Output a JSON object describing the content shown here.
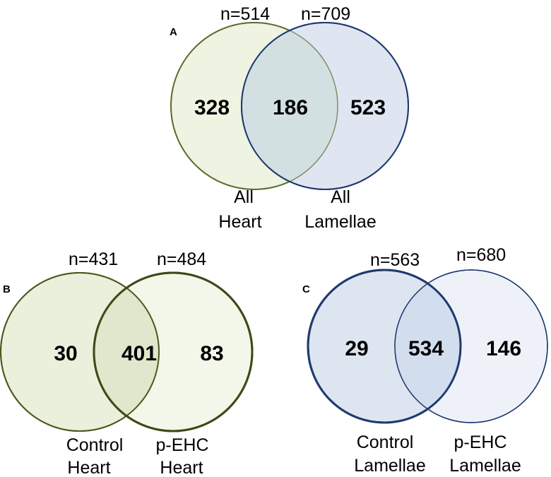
{
  "panels": {
    "a": {
      "letter": "A",
      "left_n": "n=514",
      "right_n": "n=709",
      "left_only": "328",
      "overlap": "186",
      "right_only": "523",
      "left_label": [
        "All",
        "Heart"
      ],
      "right_label": [
        "All",
        "Lamellae"
      ],
      "colors": {
        "left_fill": "#eef3e2",
        "left_stroke": "#5a6b2e",
        "right_fill": "#dfe6f2",
        "right_stroke": "#1f3a6e",
        "overlap_fill": "#d3e0e2"
      }
    },
    "b": {
      "letter": "B",
      "left_n": "n=431",
      "right_n": "n=484",
      "left_only": "30",
      "overlap": "401",
      "right_only": "83",
      "left_label": [
        "Control",
        "Heart"
      ],
      "right_label": [
        "p-EHC",
        "Heart"
      ],
      "colors": {
        "left_fill": "#eaf0dc",
        "left_stroke": "#4a5a1e",
        "right_fill": "#f3f7ea",
        "right_stroke": "#3d4a18",
        "overlap_fill": "#dfe7cc"
      }
    },
    "c": {
      "letter": "C",
      "left_n": "n=563",
      "right_n": "n=680",
      "left_only": "29",
      "overlap": "534",
      "right_only": "146",
      "left_label": [
        "Control",
        "Lamellae"
      ],
      "right_label": [
        "p-EHC",
        "Lamellae"
      ],
      "colors": {
        "left_fill": "#dde5f1",
        "left_stroke": "#1f3a6e",
        "right_fill": "#eef2f8",
        "right_stroke": "#1f3a6e",
        "overlap_fill": "#d2ddee"
      }
    }
  }
}
